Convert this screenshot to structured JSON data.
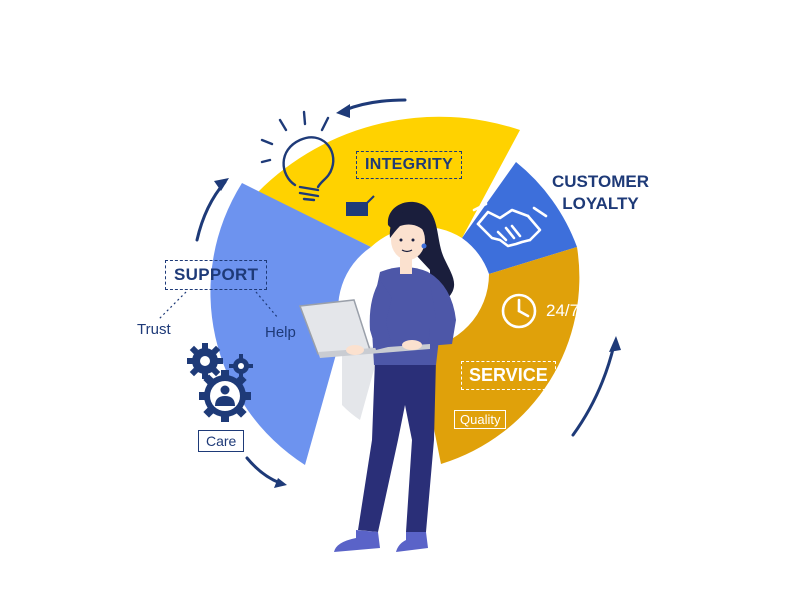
{
  "segments": {
    "integrity": {
      "label": "INTEGRITY",
      "color": "#ffd200"
    },
    "customer_loyalty": {
      "label_line1": "CUSTOMER",
      "label_line2": "LOYALTY",
      "color": "#3d6fdb"
    },
    "service": {
      "label": "SERVICE",
      "color": "#e0a10a",
      "clock_text": "24/7",
      "quality": "Quality"
    },
    "support": {
      "label": "SUPPORT",
      "color": "#6d93ef",
      "trust": "Trust",
      "help": "Help",
      "care": "Care"
    }
  },
  "colors": {
    "navy": "#1e3a78",
    "person_top": "#4d57a8",
    "person_pants": "#2a2f78",
    "laptop": "#e4e6ea",
    "skin": "#fbe1cf"
  },
  "icons": [
    "lightbulb-icon",
    "handshake-icon",
    "clock-icon",
    "gears-icon",
    "person-gear-icon",
    "refresh-arrow-icon"
  ]
}
